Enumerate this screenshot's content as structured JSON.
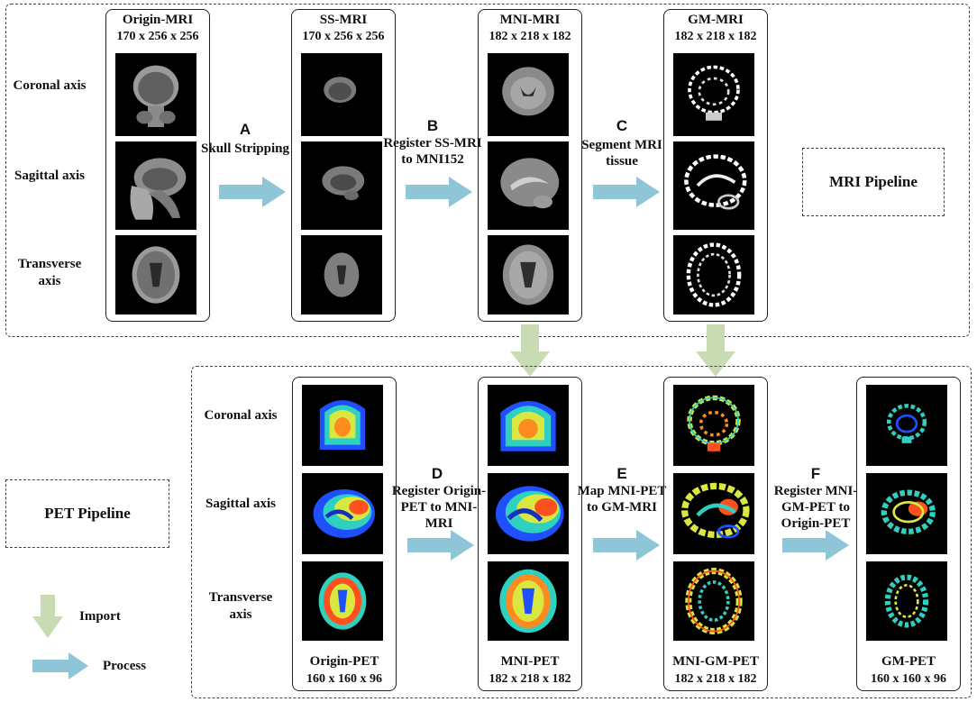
{
  "mri_pipeline": {
    "label": "MRI Pipeline",
    "axes": [
      "Coronal axis",
      "Sagittal axis",
      "Transverse axis"
    ],
    "panels": [
      {
        "name": "Origin-MRI",
        "dims": "170 x 256 x 256"
      },
      {
        "name": "SS-MRI",
        "dims": "170 x 256 x 256"
      },
      {
        "name": "MNI-MRI",
        "dims": "182 x 218 x 182"
      },
      {
        "name": "GM-MRI",
        "dims": "182 x 218 x 182"
      }
    ],
    "steps": [
      {
        "letter": "A",
        "text": "Skull Stripping"
      },
      {
        "letter": "B",
        "text": "Register SS-MRI to MNI152"
      },
      {
        "letter": "C",
        "text": "Segment MRI tissue"
      }
    ]
  },
  "pet_pipeline": {
    "label": "PET Pipeline",
    "axes": [
      "Coronal axis",
      "Sagittal axis",
      "Transverse axis"
    ],
    "panels": [
      {
        "name": "Origin-PET",
        "dims": "160 x 160 x 96"
      },
      {
        "name": "MNI-PET",
        "dims": "182 x 218 x 182"
      },
      {
        "name": "MNI-GM-PET",
        "dims": "182 x 218 x 182"
      },
      {
        "name": "GM-PET",
        "dims": "160 x 160 x 96"
      }
    ],
    "steps": [
      {
        "letter": "D",
        "text": "Register Origin-PET to MNI-MRI"
      },
      {
        "letter": "E",
        "text": "Map MNI-PET to GM-MRI"
      },
      {
        "letter": "F",
        "text": "Register MNI-GM-PET to Origin-PET"
      }
    ]
  },
  "legend": {
    "import_label": "Import",
    "process_label": "Process",
    "import_color": "#c9dbb3",
    "process_color": "#8ec6d8"
  }
}
